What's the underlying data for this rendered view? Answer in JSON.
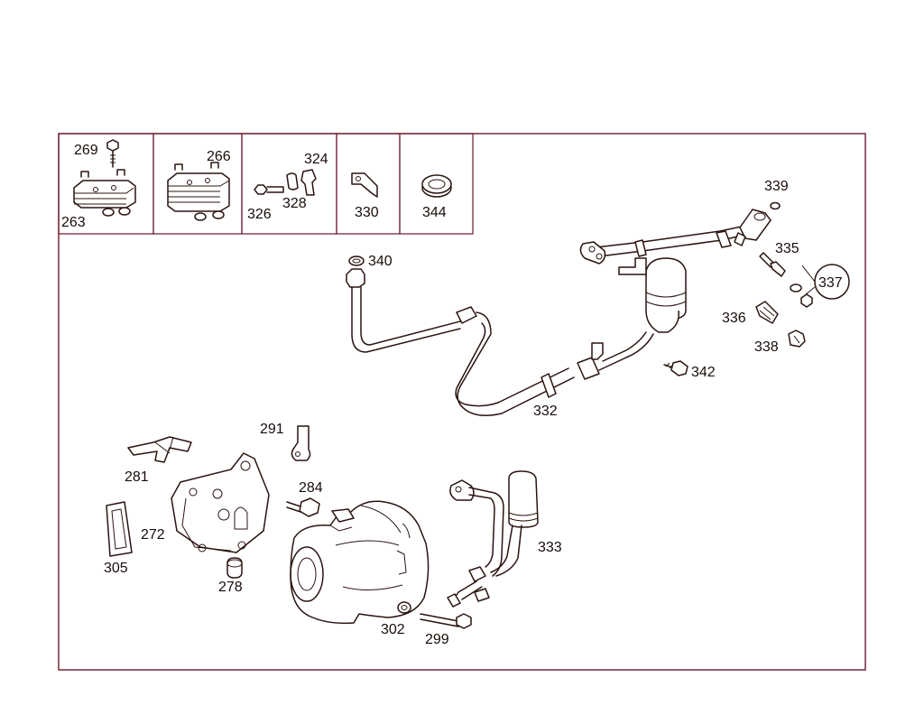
{
  "colors": {
    "frame": "#6b1a2a",
    "line": "#2a1410",
    "background": "#ffffff"
  },
  "inset_labels": {
    "l263": "263",
    "l269": "269",
    "l266": "266",
    "l326": "326",
    "l328": "328",
    "l324": "324",
    "l330": "330",
    "l344": "344"
  },
  "part_labels": {
    "l340": "340",
    "l339": "339",
    "l335": "335",
    "l337": "337",
    "l336": "336",
    "l338": "338",
    "l342": "342",
    "l332": "332",
    "l291": "291",
    "l281": "281",
    "l284": "284",
    "l272": "272",
    "l305": "305",
    "l278": "278",
    "l333": "333",
    "l302": "302",
    "l299": "299"
  }
}
